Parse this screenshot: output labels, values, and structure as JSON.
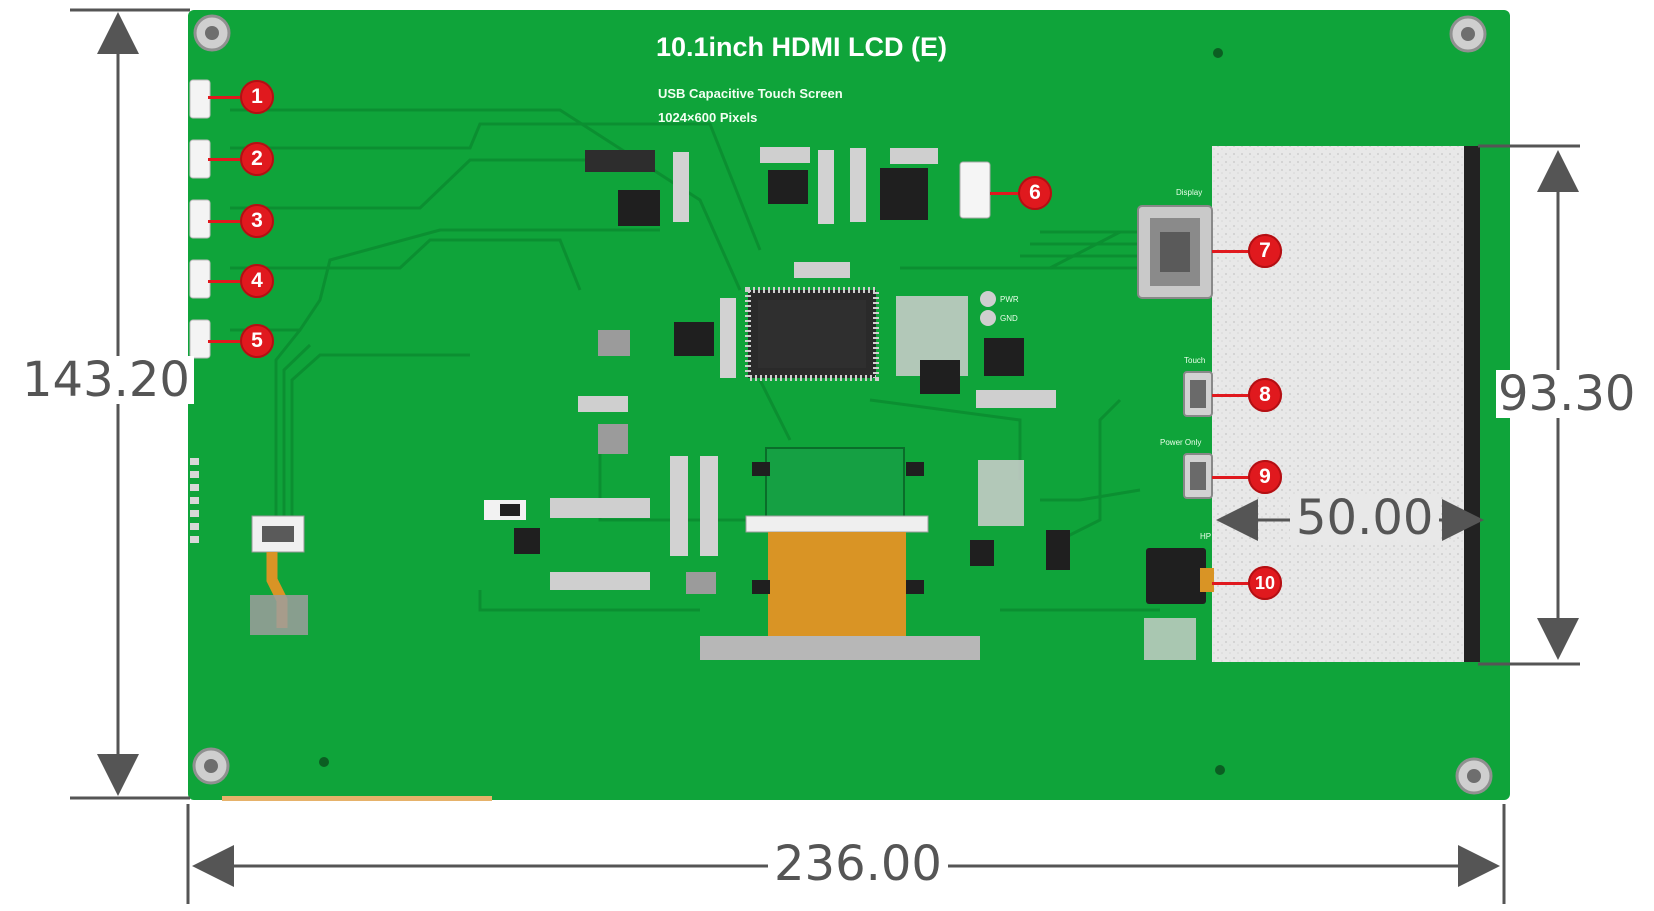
{
  "board": {
    "title": "10.1inch HDMI LCD (E)",
    "subtitle_line1": "USB Capacitive Touch Screen",
    "subtitle_line2": "1024×600 Pixels",
    "silk": {
      "display": "Display",
      "touch": "Touch",
      "power_only": "Power Only",
      "hp": "HP",
      "pwr": "PWR",
      "gnd": "GND"
    }
  },
  "dimensions": {
    "height": "143.20",
    "width": "236.00",
    "panel_height": "93.30",
    "panel_width": "50.00"
  },
  "callouts": [
    "1",
    "2",
    "3",
    "4",
    "5",
    "6",
    "7",
    "8",
    "9",
    "10"
  ],
  "colors": {
    "pcb": "#0fa43a",
    "pcb_trace": "#0b8f31",
    "callout": "#e0191e",
    "dimension": "#555555",
    "panel": "#e6e6e6",
    "fpc": "#d99425"
  }
}
